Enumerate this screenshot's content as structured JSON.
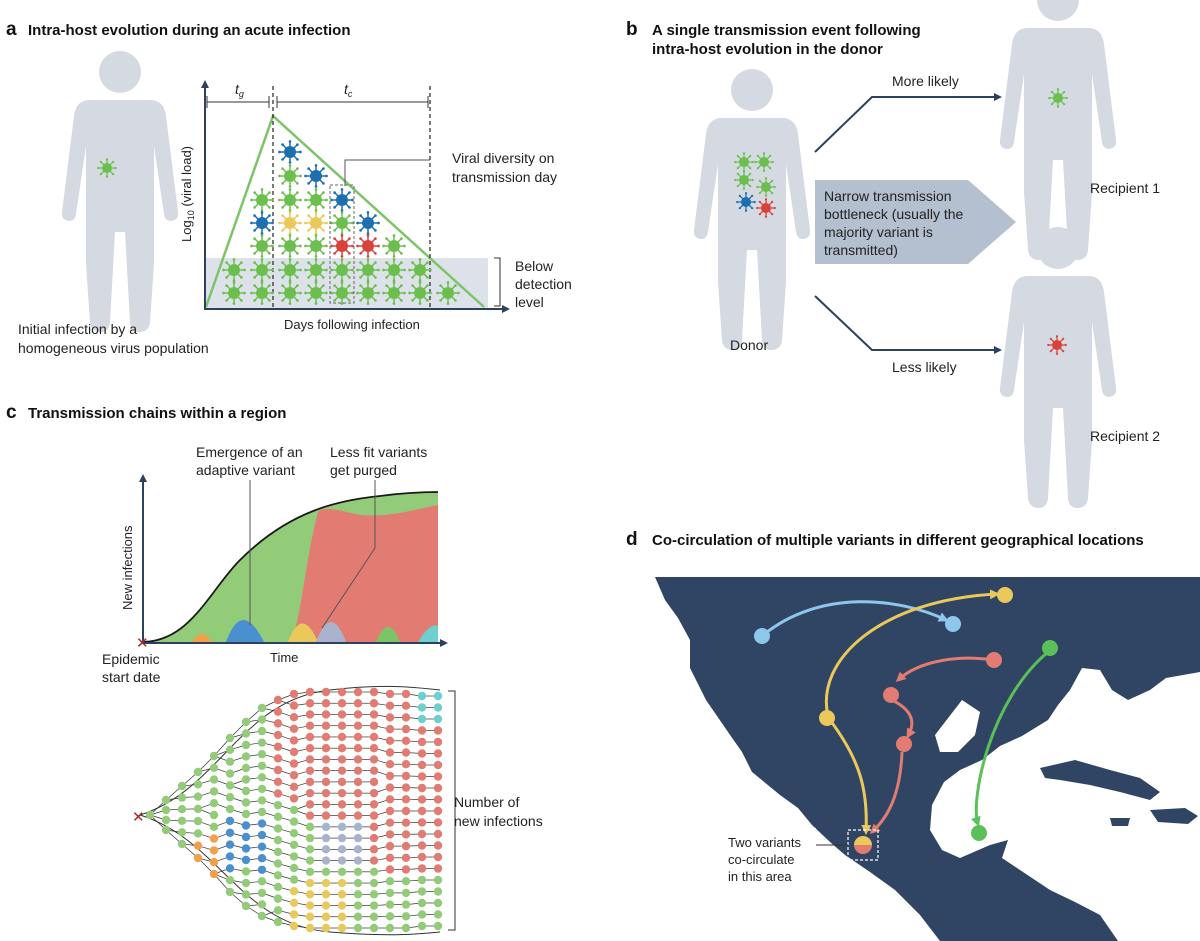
{
  "panels": {
    "a": {
      "letter": "a",
      "title": "Intra-host evolution during an acute infection",
      "caption_line1": "Initial infection by a",
      "caption_line2": "homogeneous virus population",
      "ylabel_pre": "Log",
      "ylabel_sub": "10",
      "ylabel_post": " (viral load)",
      "xlabel": "Days following infection",
      "tg": "t",
      "tg_sub": "g",
      "tc": "t",
      "tc_sub": "c",
      "diversity_line1": "Viral diversity on",
      "diversity_line2": "transmission day",
      "below_line1": "Below",
      "below_line2": "detection",
      "below_line3": "level"
    },
    "b": {
      "letter": "b",
      "title_line1": "A single transmission event following",
      "title_line2": "intra-host evolution in the donor",
      "more_likely": "More likely",
      "less_likely": "Less likely",
      "bottleneck_line1": "Narrow transmission",
      "bottleneck_line2": "bottleneck (usually the",
      "bottleneck_line3": "majority variant is",
      "bottleneck_line4": "transmitted)",
      "donor": "Donor",
      "recipient1": "Recipient 1",
      "recipient2": "Recipient 2"
    },
    "c": {
      "letter": "c",
      "title": "Transmission chains within a region",
      "ylabel": "New infections",
      "xlabel": "Time",
      "emergence_line1": "Emergence of an",
      "emergence_line2": "adaptive variant",
      "purged_line1": "Less fit variants",
      "purged_line2": "get purged",
      "epidemic_line1": "Epidemic",
      "epidemic_line2": "start date",
      "number_line1": "Number of",
      "number_line2": "new infections"
    },
    "d": {
      "letter": "d",
      "title": "Co-circulation of multiple variants in different geographical locations",
      "cocirc_line1": "Two variants",
      "cocirc_line2": "co-circulate",
      "cocirc_line3": "in this area"
    }
  },
  "colors": {
    "green": "#6cbf4f",
    "blue": "#1e6fb0",
    "yellow": "#eac95a",
    "red": "#d9423a",
    "grey_variant": "#a9b4cc",
    "orange": "#f2a04a",
    "cyan": "#6ecfcf",
    "person": "#d4d9e2",
    "map": "#2f4563",
    "axis": "#2e4060",
    "salmon": "#e27b72",
    "light_green": "#93cc78",
    "light_blue": "#8ec6ec",
    "map_green": "#5cc05a"
  }
}
